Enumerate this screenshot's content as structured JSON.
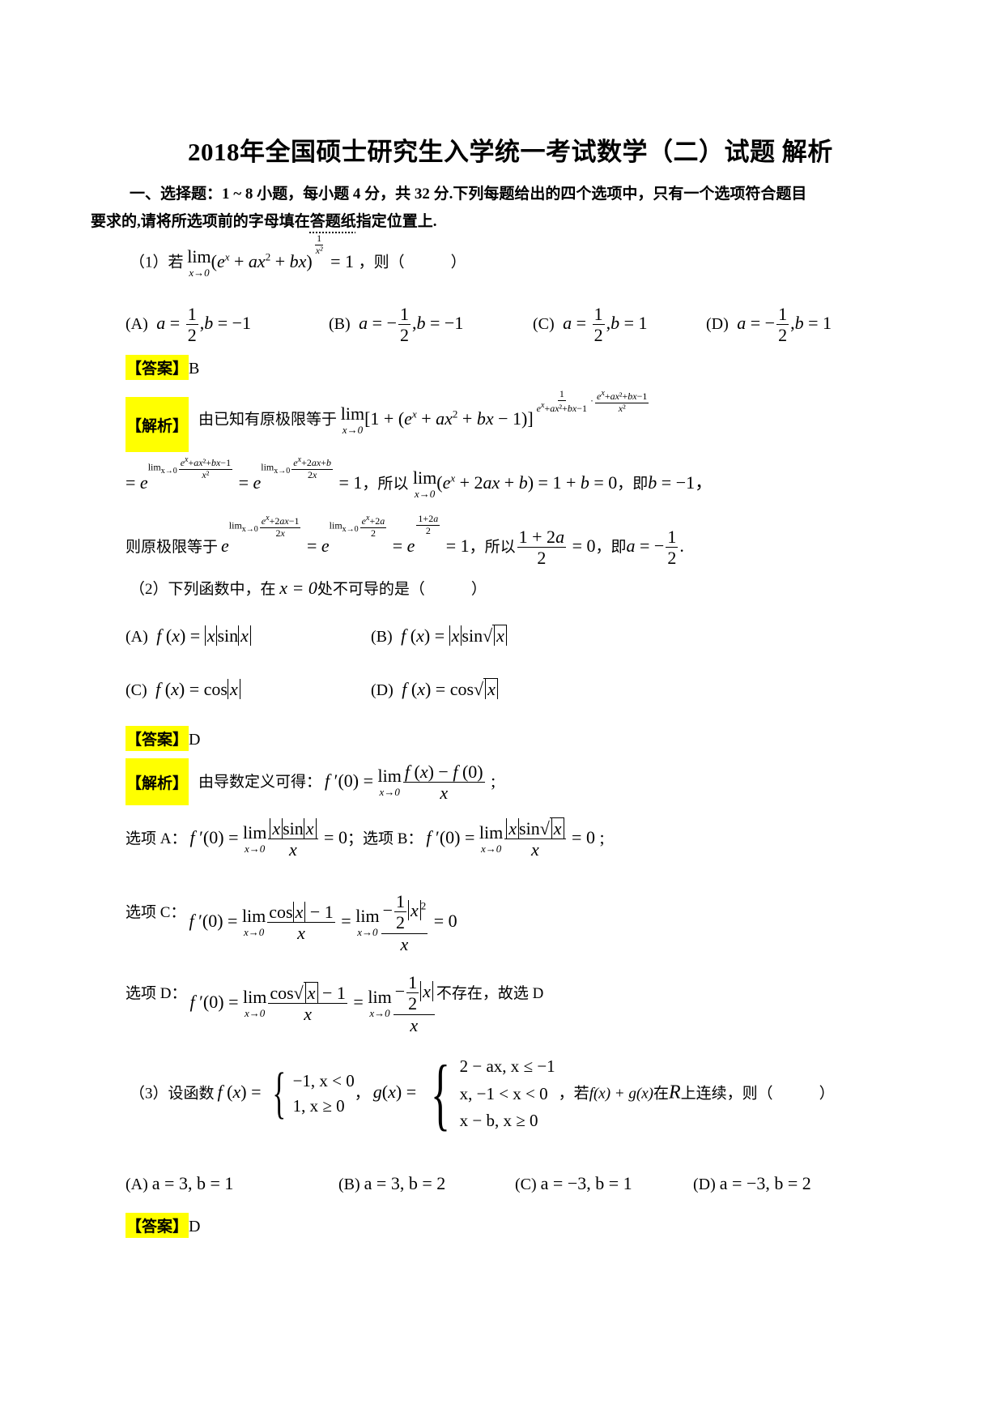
{
  "document": {
    "title": "2018年全国硕士研究生入学统一考试数学（二）试题 解析",
    "section_heading_line1": "一、选择题：1 ~ 8 小题，每小题 4 分，共 32 分.下列每题给出的四个选项中，只有一个选项符合题目",
    "section_heading_line2_pre": "要求的,请将所选项前的字母填在",
    "section_heading_line2_emph": "答题纸",
    "section_heading_line2_post": "指定位置上.",
    "answer_label": "【答案】",
    "analysis_label": "【解析】",
    "highlight_color": "#FFFF00"
  },
  "questions": [
    {
      "number": "（1）",
      "stem_pre": "若",
      "stem_expr": "lim(eˣ + ax² + bx)^(1/x²) = 1",
      "stem_post": "，则（　　　）",
      "options": [
        {
          "label": "(A)",
          "text": "a = 1/2, b = −1"
        },
        {
          "label": "(B)",
          "text": "a = −1/2, b = −1"
        },
        {
          "label": "(C)",
          "text": "a = 1/2, b = 1"
        },
        {
          "label": "(D)",
          "text": "a = −1/2, b = 1"
        }
      ],
      "answer": "B",
      "analysis": {
        "line1_text": "由已知有原极限等于",
        "line1_expr": "lim[1+(eˣ+ax²+bx−1)]^(1/(eˣ+ax²+bx−1) · (eˣ+ax²+bx−1)/x²)",
        "line2_expr": "= e^(lim (eˣ+ax²+bx−1)/x²) = e^(lim (eˣ+2ax+b)/2x) = 1",
        "line2_text1": "，所以",
        "line2_expr2": "lim(eˣ + 2ax + b) = 1 + b = 0",
        "line2_text2": "，即",
        "line2_result": "b = −1，",
        "line3_text": "则原极限等于",
        "line3_expr": "e^(lim (eˣ+2ax−1)/2x) = e^(lim (eˣ+2a)/2) = e^((1+2a)/2) = 1",
        "line3_text2": "，所以",
        "line3_expr2": "(1+2a)/2 = 0",
        "line3_text3": "，即",
        "line3_result": "a = −1/2."
      }
    },
    {
      "number": "（2）",
      "stem": "下列函数中，在 x = 0 处不可导的是（　　　）",
      "stem_pre": "下列函数中，在",
      "stem_expr": "x = 0",
      "stem_post": "处不可导的是（　　　）",
      "options": [
        {
          "label": "(A)",
          "text": "f(x) = |x| sin|x|"
        },
        {
          "label": "(B)",
          "text": "f(x) = |x| sin√|x|"
        },
        {
          "label": "(C)",
          "text": "f(x) = cos|x|"
        },
        {
          "label": "(D)",
          "text": "f(x) = cos√|x|"
        }
      ],
      "answer": "D",
      "analysis": {
        "intro_text": "由导数定义可得：",
        "intro_expr": "f′(0) = lim (f(x) − f(0))/x ；",
        "opt_a_label": "选项 A：",
        "opt_a_expr": "f′(0) = lim |x|sin|x| / x = 0 ；",
        "opt_b_label": "选项 B：",
        "opt_b_expr": "f′(0) = lim |x|sin√|x| / x = 0 ；",
        "opt_c_label": "选项 C：",
        "opt_c_expr": "f′(0) = lim (cos|x| − 1)/x = lim (−½|x|²)/x = 0",
        "opt_d_label": "选项 D：",
        "opt_d_expr": "f′(0) = lim (cos√|x| − 1)/x = lim (−½|x|)/x",
        "opt_d_conclusion": "不存在，故选 D"
      }
    },
    {
      "number": "（3）",
      "stem_pre": "设函数",
      "f_def": [
        "−1, x < 0",
        "1,   x ≥ 0"
      ],
      "g_def": [
        "2 − ax, x ≤ −1",
        "x, −1 < x < 0",
        "x − b, x ≥ 0"
      ],
      "stem_mid": "，若",
      "stem_expr": "f(x) + g(x)",
      "stem_on": "在",
      "stem_R": "R",
      "stem_post": "上连续，则（　　　）",
      "options": [
        {
          "label": "(A)",
          "text": "a = 3, b = 1"
        },
        {
          "label": "(B)",
          "text": "a = 3, b = 2"
        },
        {
          "label": "(C)",
          "text": "a = −3, b = 1"
        },
        {
          "label": "(D)",
          "text": "a = −3, b = 2"
        }
      ],
      "answer": "D"
    }
  ]
}
